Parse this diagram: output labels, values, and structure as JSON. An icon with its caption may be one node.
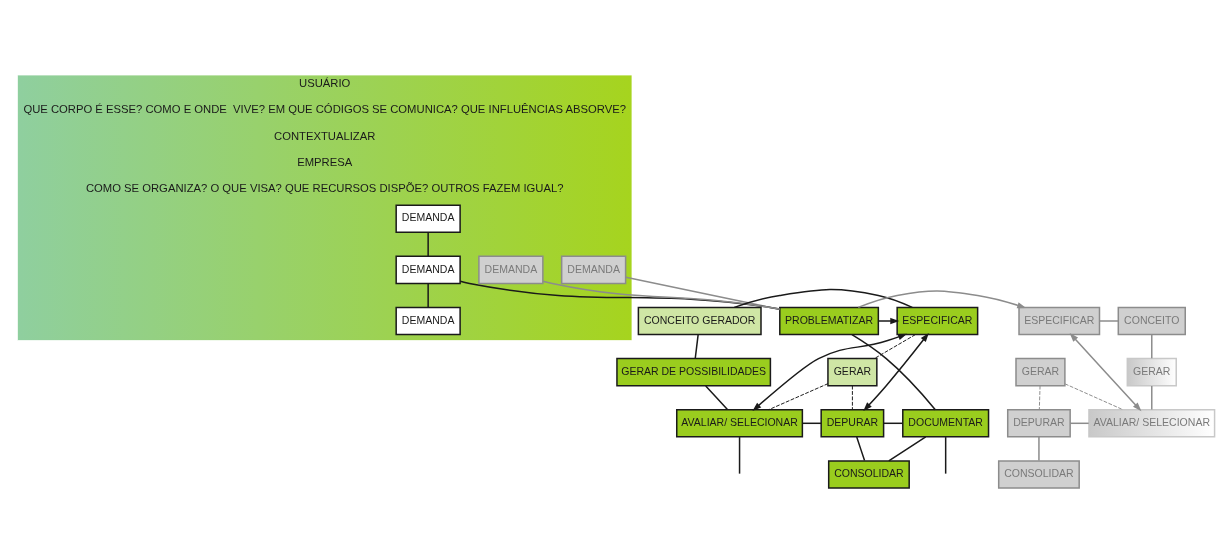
{
  "diagram": {
    "nodes": [
      {
        "text": [
          "USUÁRIO",
          "QUE CORPO É ESSE? COMO E ONDE  VIVE? EM QUE CÓDIGOS SE COMUNICA? QUE INFLUÊNCIAS ABSORVE?",
          "CONTEXTUALIZAR",
          "EMPRESA",
          "COMO SE ORGANIZA? O QUE VISA? QUE RECURSOS DISPÕE? OUTROS FAZEM IGUAL?"
        ]
      },
      {
        "text": [
          "DEMANDA"
        ],
        "in": 0
      },
      {
        "text": [
          "DEMANDA"
        ],
        "in": 0
      },
      {
        "text": [
          "DEMANDA"
        ],
        "in": 0
      },
      {
        "text": [
          "DEMANDA"
        ],
        "in": 0
      },
      {
        "text": [
          "DEMANDA"
        ],
        "in": 0
      },
      {
        "text": [
          "CONCEITO GERADOR"
        ]
      },
      {
        "text": [
          "ESPECIFICAR"
        ]
      },
      {
        "text": [
          "PROBLEMATIZAR"
        ]
      },
      {
        "text": [
          "ESPECIFICAR"
        ]
      },
      {
        "text": [
          "CONCEITO"
        ]
      },
      {
        "text": [
          "GERAR DE POSSIBILIDADES"
        ]
      },
      {
        "text": [
          "GERAR"
        ]
      },
      {
        "text": [
          "GERAR"
        ]
      },
      {
        "text": [
          "GERAR"
        ]
      },
      {
        "text": [
          "AVALIAR/ SELECIONAR"
        ]
      },
      {
        "text": [
          "DEPURAR"
        ]
      },
      {
        "text": [
          "DOCUMENTAR"
        ]
      },
      {
        "text": [
          "DEPURAR"
        ]
      },
      {
        "text": [
          "AVALIAR/ SELECIONAR"
        ]
      },
      {
        "text": [
          "CONSOLIDAR"
        ]
      },
      {
        "text": [
          "CONSOLIDAR"
        ]
      }
    ],
    "edges": [
      {
        "from": 2,
        "to": 3,
        "arrow": "none"
      },
      {
        "from": 3,
        "to": 4,
        "arrow": "none"
      },
      {
        "from": 1,
        "to": 8,
        "arrow": "none",
        "color": "#8c8c8c"
      },
      {
        "from": 3,
        "to": 8,
        "arrow": "none"
      },
      {
        "from": 5,
        "to": 8,
        "arrow": "none",
        "color": "#8c8c8c"
      },
      {
        "from": 8,
        "to": 7,
        "arrow": "to"
      },
      {
        "from": 8,
        "to": 9,
        "arrow": "to",
        "color": "#8c8c8c"
      },
      {
        "from": 6,
        "to": 7,
        "arrow": "none"
      },
      {
        "from": 6,
        "to": 11,
        "arrow": "none"
      },
      {
        "from": 11,
        "to": 15,
        "arrow": "none"
      },
      {
        "from": 7,
        "to": 12,
        "arrow": "none",
        "style": "dashed"
      },
      {
        "from": 12,
        "to": 16,
        "arrow": "none",
        "style": "dashed"
      },
      {
        "from": 12,
        "to": 15,
        "arrow": "none",
        "style": "dashed"
      },
      {
        "from": 15,
        "to": 7,
        "arrow": "both"
      },
      {
        "from": 7,
        "to": 16,
        "arrow": "both"
      },
      {
        "from": 15,
        "to": 16,
        "arrow": "none"
      },
      {
        "from": 8,
        "to": 17,
        "arrow": "none"
      },
      {
        "from": 16,
        "to": 17,
        "arrow": "none"
      },
      {
        "from": 16,
        "to": 20,
        "arrow": "none"
      },
      {
        "from": 20,
        "to": 17,
        "arrow": "none"
      },
      {
        "from": 15,
        "to": null,
        "arrow": "none"
      },
      {
        "from": 17,
        "to": null,
        "arrow": "none"
      },
      {
        "from": 9,
        "to": 10,
        "arrow": "none",
        "color": "#8c8c8c"
      },
      {
        "from": 10,
        "to": 14,
        "arrow": "none",
        "color": "#8c8c8c"
      },
      {
        "from": 14,
        "to": 19,
        "arrow": "none",
        "color": "#8c8c8c"
      },
      {
        "from": 13,
        "to": 18,
        "arrow": "none",
        "style": "dashed",
        "color": "#8c8c8c"
      },
      {
        "from": 18,
        "to": 21,
        "arrow": "none",
        "color": "#8c8c8c"
      },
      {
        "from": 18,
        "to": 19,
        "arrow": "none",
        "color": "#8c8c8c"
      },
      {
        "from": 13,
        "to": 19,
        "arrow": "none",
        "style": "dashed",
        "color": "#8c8c8c"
      },
      {
        "from": 19,
        "to": 9,
        "arrow": "both",
        "color": "#8c8c8c"
      }
    ]
  }
}
